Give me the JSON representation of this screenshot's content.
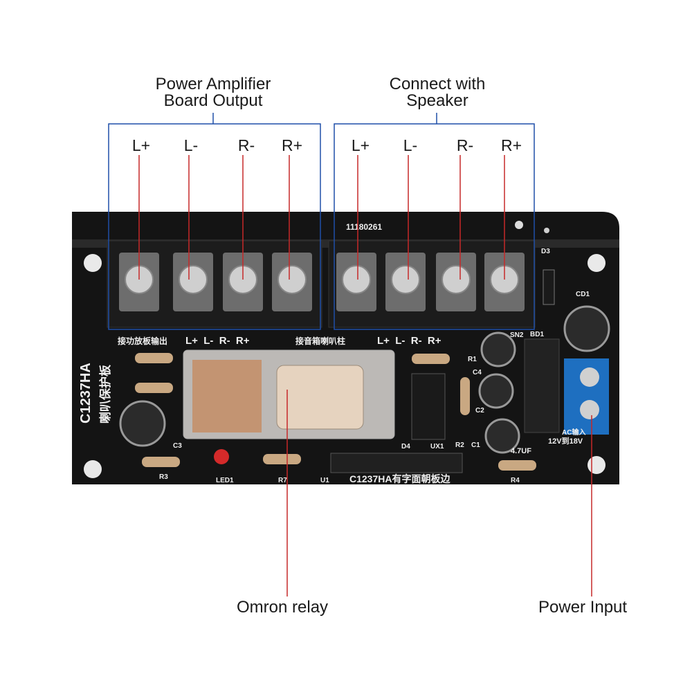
{
  "groups": [
    {
      "title_line1": "Power Amplifier",
      "title_line2": "Board Output",
      "terminals": [
        "L+",
        "L-",
        "R-",
        "R+"
      ]
    },
    {
      "title_line1": "Connect with",
      "title_line2": "Speaker",
      "terminals": [
        "L+",
        "L-",
        "R-",
        "R+"
      ]
    }
  ],
  "callouts": {
    "relay": "Omron relay",
    "power": "Power Input"
  },
  "board": {
    "serial": "11180261",
    "model": "C1237HA",
    "model_cn": "喇叭保护板",
    "input_label_cn": "接功放板输出",
    "output_label_cn": "接音箱喇叭柱",
    "silk_terms_1": "L+  L-  R-  R+",
    "silk_terms_2": "L+  L-  R-  R+",
    "bottom_text": "C1237HA有字面朝板边",
    "power_text_1": "AC输入",
    "power_text_2": "12V到18V",
    "cap_label": "4.7UF",
    "refs": [
      "D3",
      "CD1",
      "BD1",
      "SN2",
      "R1",
      "C4",
      "C2",
      "R2",
      "C1",
      "UX1",
      "D4",
      "U1",
      "R3",
      "C3",
      "LED1",
      "R7",
      "R4"
    ]
  },
  "colors": {
    "board": "#141414",
    "bracket": "#1f4fa8",
    "leader": "#c62828",
    "terminal_block": "#1a1a1a",
    "relay_copper": "#c8763a",
    "power_connector": "#1e6fc0"
  }
}
